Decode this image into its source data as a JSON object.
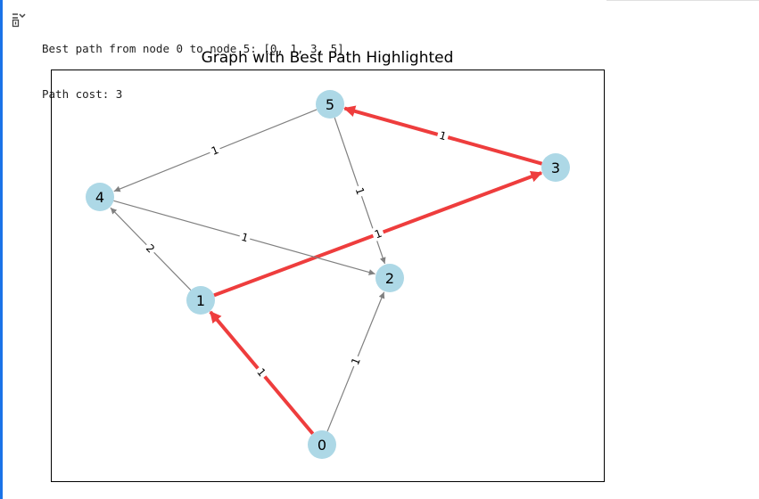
{
  "output": {
    "icon": "output-collapse-icon",
    "lines": [
      "Best path from node 0 to node 5: [0, 1, 3, 5]",
      "Path cost: 3"
    ]
  },
  "graph": {
    "title": "Graph with Best Path Highlighted",
    "colors": {
      "node": "#add8e6",
      "edge": "#808080",
      "path": "#ee3333"
    },
    "nodes": [
      {
        "id": "0"
      },
      {
        "id": "1"
      },
      {
        "id": "2"
      },
      {
        "id": "3"
      },
      {
        "id": "4"
      },
      {
        "id": "5"
      }
    ],
    "edges": [
      {
        "from": "0",
        "to": "1",
        "weight": "1",
        "highlight": true
      },
      {
        "from": "0",
        "to": "2",
        "weight": "1",
        "highlight": false
      },
      {
        "from": "1",
        "to": "3",
        "weight": "1",
        "highlight": true
      },
      {
        "from": "1",
        "to": "4",
        "weight": "2",
        "highlight": false
      },
      {
        "from": "3",
        "to": "5",
        "weight": "1",
        "highlight": true
      },
      {
        "from": "5",
        "to": "4",
        "weight": "1",
        "highlight": false
      },
      {
        "from": "4",
        "to": "2",
        "weight": "1",
        "highlight": false
      },
      {
        "from": "5",
        "to": "2",
        "weight": "1",
        "highlight": false
      }
    ]
  }
}
